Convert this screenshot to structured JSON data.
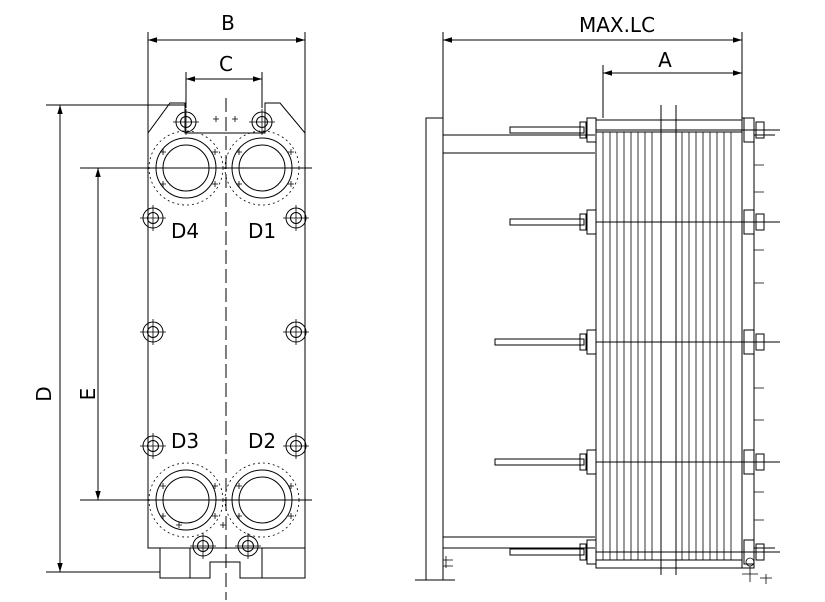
{
  "labels": {
    "dim_b": "B",
    "dim_c": "C",
    "dim_d": "D",
    "dim_e": "E",
    "dim_max_lc": "MAX.LC",
    "dim_a": "A",
    "port_d1": "D1",
    "port_d2": "D2",
    "port_d3": "D3",
    "port_d4": "D4"
  }
}
